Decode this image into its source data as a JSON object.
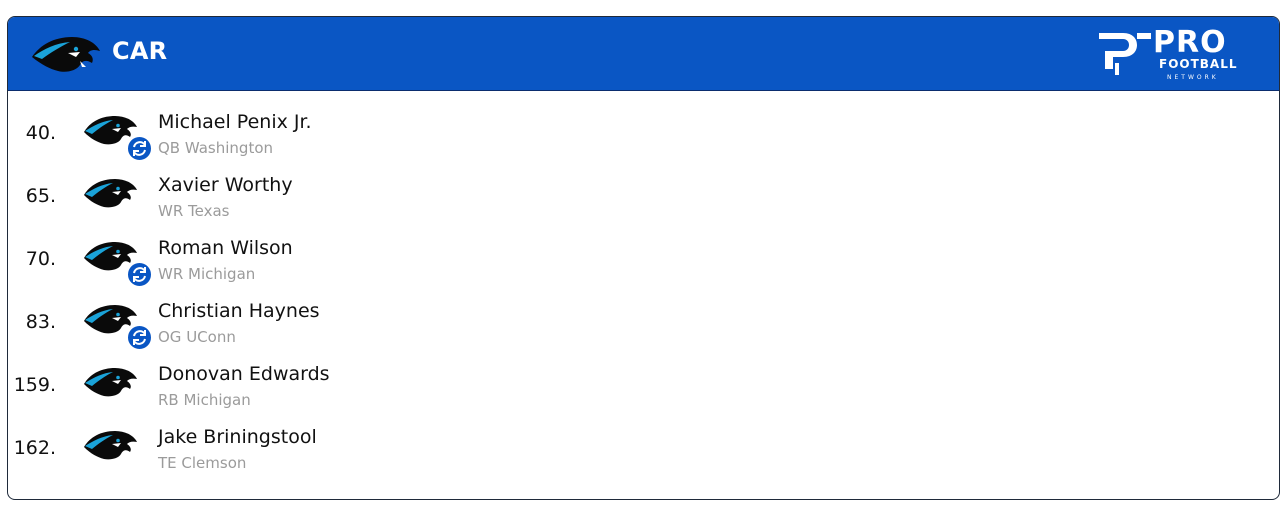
{
  "header": {
    "team_abbr": "CAR",
    "brand_pro": "PRO",
    "brand_football": "FOOTBALL",
    "brand_network": "NETWORK",
    "background_color": "#0a56c4"
  },
  "picks": [
    {
      "number": "40.",
      "name": "Michael Penix Jr.",
      "meta": "QB Washington",
      "traded": true
    },
    {
      "number": "65.",
      "name": "Xavier Worthy",
      "meta": "WR Texas",
      "traded": false
    },
    {
      "number": "70.",
      "name": "Roman Wilson",
      "meta": "WR Michigan",
      "traded": true
    },
    {
      "number": "83.",
      "name": "Christian Haynes",
      "meta": "OG UConn",
      "traded": true
    },
    {
      "number": "159.",
      "name": "Donovan Edwards",
      "meta": "RB Michigan",
      "traded": false
    },
    {
      "number": "162.",
      "name": "Jake Briningstool",
      "meta": "TE Clemson",
      "traded": false
    }
  ],
  "icons": {
    "team_logo": "panther-logo-icon",
    "trade": "trade-swap-icon",
    "brand": "pfn-logo-icon"
  }
}
